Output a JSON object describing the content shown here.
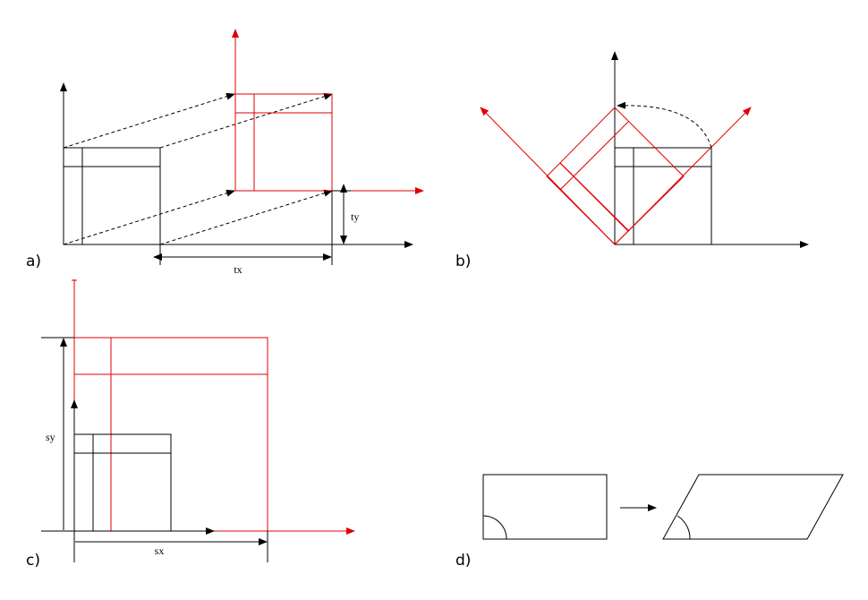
{
  "panels": {
    "a": {
      "label": "a)",
      "dim_x": "tx",
      "dim_y": "ty"
    },
    "b": {
      "label": "b)"
    },
    "c": {
      "label": "c)",
      "dim_x": "sx",
      "dim_y": "sy"
    },
    "d": {
      "label": "d)"
    }
  },
  "colors": {
    "original": "#000000",
    "transformed": "#e00000"
  }
}
